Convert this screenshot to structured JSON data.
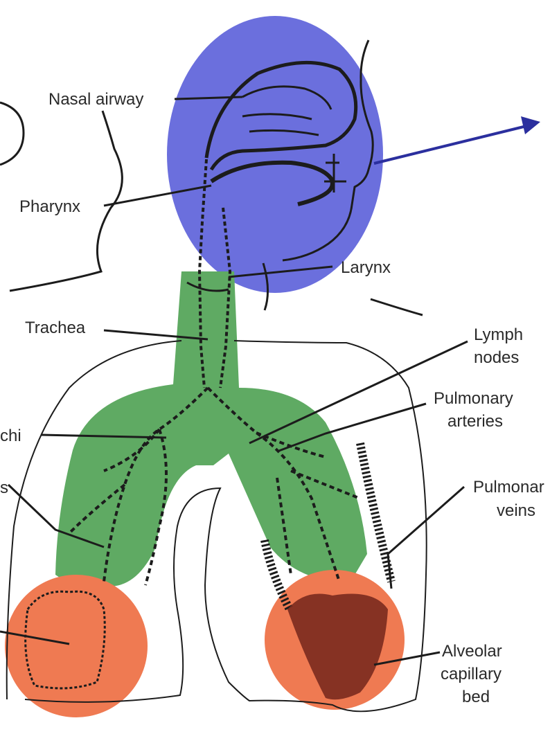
{
  "labels": {
    "nasal_airway": "Nasal airway",
    "pharynx": "Pharynx",
    "larynx": "Larynx",
    "trachea": "Trachea",
    "lymph_nodes_1": "Lymph",
    "lymph_nodes_2": "nodes",
    "pulmonary_arteries_1": "Pulmonary",
    "pulmonary_arteries_2": "arteries",
    "bronchi_partial": "chi",
    "bronchioles_partial": "s",
    "pulmonary_veins_1": "Pulmonar",
    "pulmonary_veins_2": "veins",
    "alveolar_1": "Alveolar",
    "alveolar_2": "capillary",
    "alveolar_3": "bed",
    "sign": "ↄ"
  },
  "colors": {
    "upper_region": "#6b6fdd",
    "airway_region": "#5faa63",
    "alveolar_region": "#ef7a52",
    "arrow": "#2b2f9e",
    "ink": "#1c1c1c"
  }
}
